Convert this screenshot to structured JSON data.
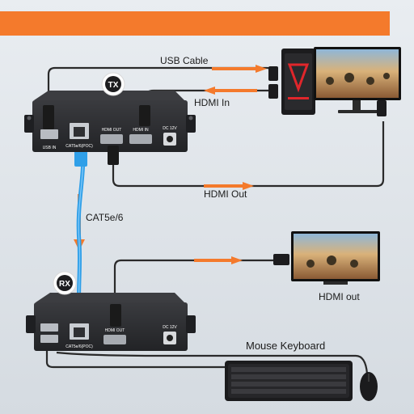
{
  "colors": {
    "accent": "#f47a2c",
    "device": "#2b2c2f",
    "cable": "#2f9fe8",
    "background": "#e3e7eb"
  },
  "labels": {
    "usb_cable": "USB Cable",
    "hdmi_in": "HDMI In",
    "hdmi_out": "HDMI Out",
    "cat": "CAT5e/6",
    "hdmi_out_rx": "HDMI out",
    "mouse_keyboard": "Mouse Keyboard"
  },
  "tx": {
    "badge": "TX",
    "ports": {
      "usb_in": "USB IN",
      "cat": "CAT5e/6(POC)",
      "hdmi_out": "HDMI OUT",
      "hdmi_in": "HDMI IN",
      "dc": "DC 12V"
    }
  },
  "rx": {
    "badge": "RX",
    "ports": {
      "cat": "CAT5e/6(POC)",
      "hdmi_out": "HDMI OUT",
      "dc": "DC 12V"
    }
  },
  "icons": {
    "pc": "gaming-pc-icon",
    "monitor": "monitor-icon",
    "tv": "tv-icon",
    "keyboard": "keyboard-icon",
    "mouse": "mouse-icon",
    "arrow": "arrow-right-icon"
  }
}
